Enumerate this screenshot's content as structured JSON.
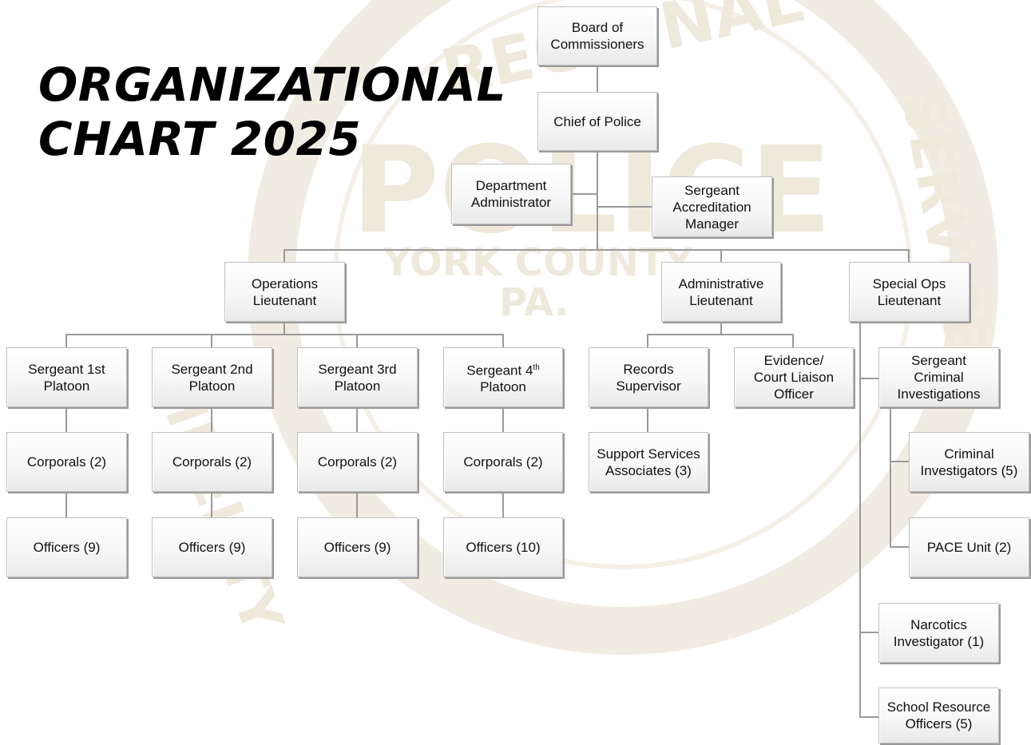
{
  "title": {
    "line1": "ORGANIZATIONAL",
    "line2": "CHART 2025"
  },
  "watermark": {
    "top": "REGIONAL",
    "middle": "POLICE",
    "county": "YORK COUNTY",
    "state": "PA.",
    "left": "FIDELITY",
    "right": "SERVICE"
  },
  "nodes": {
    "board": "Board of\nCommissioners",
    "chief": "Chief of Police",
    "dept_admin": "Department\nAdministrator",
    "sgt_accreditation": "Sergeant\nAccreditation\nManager",
    "ops_lt": "Operations\nLieutenant",
    "admin_lt": "Administrative\nLieutenant",
    "special_ops_lt": "Special Ops\nLieutenant",
    "sgt_1st": "Sergeant 1st\nPlatoon",
    "sgt_2nd": "Sergeant 2nd\nPlatoon",
    "sgt_3rd": "Sergeant 3rd\nPlatoon",
    "sgt_4th_pre": "Sergeant 4",
    "sgt_4th_sup": "th",
    "sgt_4th_post": "Platoon",
    "corp_1": "Corporals (2)",
    "corp_2": "Corporals (2)",
    "corp_3": "Corporals (2)",
    "corp_4": "Corporals (2)",
    "off_1": "Officers (9)",
    "off_2": "Officers (9)",
    "off_3": "Officers (9)",
    "off_4": "Officers (10)",
    "records_sup": "Records\nSupervisor",
    "support_services": "Support Services\nAssociates (3)",
    "evidence": "Evidence/\nCourt Liaison\nOfficer",
    "sgt_criminal": "Sergeant\nCriminal\nInvestigations",
    "criminal_investigators": "Criminal\nInvestigators (5)",
    "pace_unit": "PACE Unit  (2)",
    "narcotics": "Narcotics\nInvestigator (1)",
    "sro": "School Resource\nOfficers (5)"
  },
  "colors": {
    "line": "#9a9a9a",
    "watermark": "#efe9dc"
  }
}
